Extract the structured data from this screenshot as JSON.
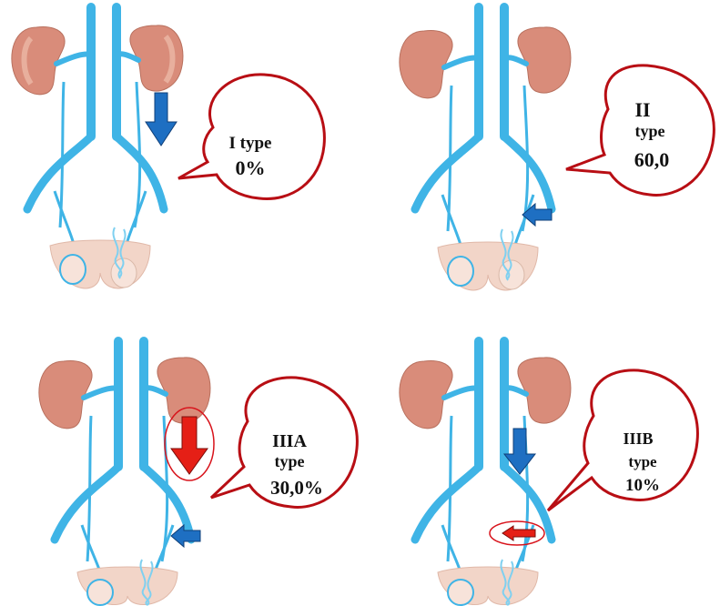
{
  "colors": {
    "vein": "#3fb4e6",
    "vein_dark": "#1c87c4",
    "kidney": "#d98c7a",
    "kidney_light": "#f2c6b4",
    "bubble_border": "#b80e14",
    "arrow_blue": "#1e6fc2",
    "arrow_red": "#e51f16",
    "highlight_oval": "#d8131b"
  },
  "panels": [
    {
      "id": "type-1",
      "lines": [
        "I type",
        "0%"
      ],
      "down_arrow": "blue",
      "down_arrow_circled": false,
      "side_arrow": "none",
      "side_arrow_circled": false
    },
    {
      "id": "type-2",
      "lines": [
        "II",
        "type",
        "60,0"
      ],
      "down_arrow": "none",
      "down_arrow_circled": false,
      "side_arrow": "blue",
      "side_arrow_circled": false
    },
    {
      "id": "type-3a",
      "lines": [
        "IIIA",
        "type",
        "30,0%"
      ],
      "down_arrow": "red",
      "down_arrow_circled": true,
      "side_arrow": "blue",
      "side_arrow_circled": false
    },
    {
      "id": "type-3b",
      "lines": [
        "IIIB",
        "type",
        "10%"
      ],
      "down_arrow": "blue",
      "down_arrow_circled": false,
      "side_arrow": "red",
      "side_arrow_circled": true
    }
  ]
}
